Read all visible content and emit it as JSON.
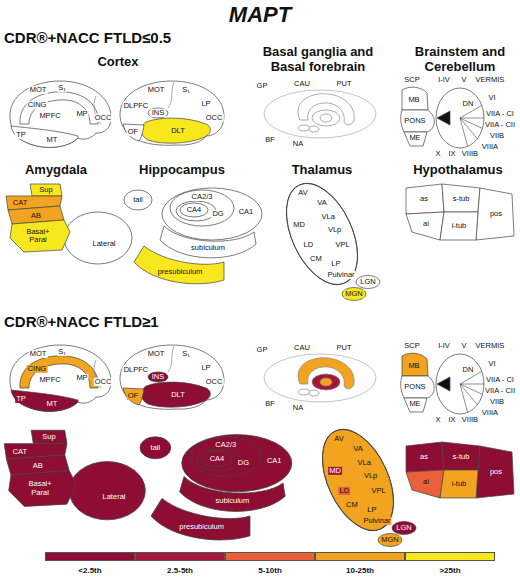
{
  "diagram": {
    "title": "MAPT",
    "labels": [
      "CDR®+NACC FTLD≤0.5",
      "Cortex",
      "Basal ganglia and Basal forebrain",
      "Brainstem and Cerebellum",
      "MOT",
      "S₁",
      "MP",
      "CING",
      "OCC",
      "MPFC",
      "TP",
      "MT",
      "MOT",
      "S₁",
      "LP",
      "DLPFC",
      "INS",
      "DLT",
      "OCC",
      "OF",
      "GP",
      "CAU",
      "PUT",
      "BF",
      "NA",
      "SCP",
      "I-IV",
      "V",
      "VERMIS",
      "DN",
      "VI",
      "MB",
      "PONS",
      "VIIA - CI",
      "VIIA - CII",
      "VIIB",
      "VIIIA",
      "ME",
      "X",
      "IX",
      "VIIIB",
      "Amygdala",
      "Hippocampus",
      "Thalamus",
      "Hypothalamus",
      "Sup",
      "CAT",
      "AB",
      "Basal+ Paral",
      "Lateral",
      "tail",
      "CA2/3",
      "CA4",
      "DG",
      "CA1",
      "subiculum",
      "presubiculum",
      "AV",
      "VA",
      "MD",
      "VLa",
      "VLp",
      "LD",
      "VPL",
      "CM",
      "LP",
      "Pulvinar",
      "LGN",
      "MGN",
      "as",
      "s-tub",
      "pos",
      "ai",
      "i-tub",
      "CDR®+NACC FTLD≥1",
      "MOT",
      "S₁",
      "MP",
      "CING",
      "OCC",
      "MPFC",
      "TP",
      "MT",
      "MOT",
      "S₁",
      "LP",
      "DLPFC",
      "INS",
      "DLT",
      "OCC",
      "OF",
      "GP",
      "CAU",
      "PUT",
      "BF",
      "NA",
      "SCP",
      "I-IV",
      "V",
      "VERMIS",
      "DN",
      "VI",
      "MB",
      "PONS",
      "VIIA - CI",
      "VIIA - CII",
      "VIIB",
      "VIIIA",
      "ME",
      "X",
      "IX",
      "VIIIB",
      "Sup",
      "CAT",
      "AB",
      "Basal+ Paral",
      "Lateral",
      "tail",
      "CA2/3",
      "CA4",
      "DG",
      "CA1",
      "subiculum",
      "presubiculum",
      "AV",
      "VA",
      "MD",
      "VLa",
      "VLp",
      "LD",
      "VPL",
      "CM",
      "LP",
      "Pulvinar",
      "LGN",
      "MGN",
      "as",
      "s-tub",
      "pos",
      "ai",
      "i-tub"
    ],
    "legend": [
      {
        "text": "<2.5th",
        "color": "#8d0d33"
      },
      {
        "text": "2.5-5th",
        "color": "#a3173d"
      },
      {
        "text": "5-10th",
        "color": "#e9603b"
      },
      {
        "text": "10-25th",
        "color": "#f2a31f"
      },
      {
        "text": ">25th",
        "color": "#f7e71c"
      }
    ]
  }
}
